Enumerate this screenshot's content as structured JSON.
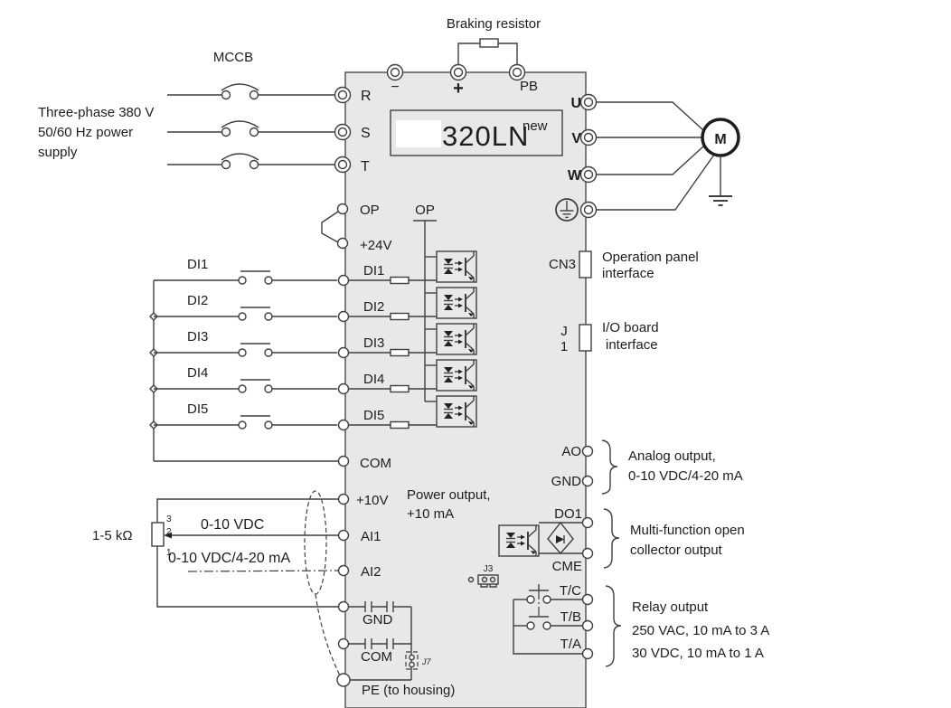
{
  "drive": {
    "model": "320LN",
    "model_sup": "new"
  },
  "top": {
    "braking_resistor": "Braking resistor",
    "minus": "−",
    "plus": "+",
    "pb": "PB"
  },
  "supply": {
    "mccb": "MCCB",
    "line1": "Three-phase 380 V",
    "line2": "50/60 Hz power",
    "line3": "supply",
    "r": "R",
    "s": "S",
    "t": "T"
  },
  "motor": {
    "u": "U",
    "v": "V",
    "w": "W",
    "m": "M"
  },
  "digital": {
    "op_ext": "OP",
    "p24": "+24V",
    "op_int": "OP",
    "inputs_ext": [
      "DI1",
      "DI2",
      "DI3",
      "DI4",
      "DI5"
    ],
    "inputs_int": [
      "DI1",
      "DI2",
      "DI3",
      "DI4",
      "DI5"
    ],
    "com": "COM"
  },
  "analog_in": {
    "p10": "+10V",
    "power_note1": "Power output,",
    "power_note2": "+10 mA",
    "ai1": "AI1",
    "ai2": "AI2",
    "pot": "1-5 kΩ",
    "pot_pin3": "3",
    "pot_pin2": "2",
    "pot_pin1": "1",
    "ai1_note": "0-10 VDC",
    "ai2_note": "0-10 VDC/4-20 mA"
  },
  "interfaces": {
    "cn3": "CN3",
    "cn3_note1": "Operation panel",
    "cn3_note2": "interface",
    "j1_l1": "J",
    "j1_l2": "1",
    "j1_note1": "I/O board",
    "j1_note2": "interface"
  },
  "analog_out": {
    "ao": "AO",
    "gnd": "GND",
    "note1": "Analog output,",
    "note2": "0-10 VDC/4-20 mA"
  },
  "open_collector": {
    "do1": "DO1",
    "cme": "CME",
    "j3": "J3",
    "note1": "Multi-function open",
    "note2": "collector output"
  },
  "relay": {
    "tc": "T/C",
    "tb": "T/B",
    "ta": "T/A",
    "note1": "Relay output",
    "note2": "250 VAC, 10 mA to 3 A",
    "note3": "30 VDC, 10 mA to 1 A"
  },
  "bottom": {
    "gnd": "GND",
    "com": "COM",
    "j7": "J7",
    "pe": "PE (to housing)"
  },
  "colors": {
    "box_fill": "#e8e8e8",
    "line": "#3f3f3f"
  }
}
